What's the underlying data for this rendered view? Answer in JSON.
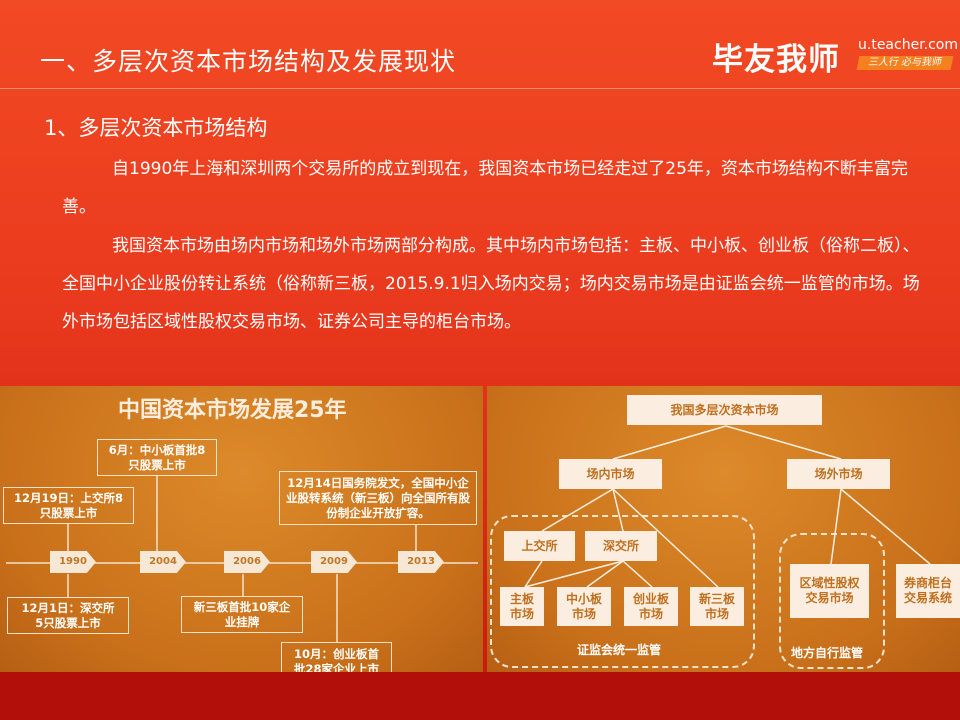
{
  "header": {
    "title": "一、多层次资本市场结构及发展现状",
    "logo": {
      "name": "毕友我师",
      "url": "u.teacher.com",
      "slogan": "三人行 必与我师"
    }
  },
  "section": {
    "title": "1、多层次资本市场结构"
  },
  "paragraphs": [
    "自1990年上海和深圳两个交易所的成立到现在，我国资本市场已经走过了25年，资本市场结构不断丰富完善。",
    "我国资本市场由场内市场和场外市场两部分构成。其中场内市场包括：主板、中小板、创业板（俗称二板）、全国中小企业股份转让系统（俗称新三板，2015.9.1归入场内交易；场内交易市场是由证监会统一监管的市场。场外市场包括区域性股权交易市场、证券公司主导的柜台市场。"
  ],
  "timeline": {
    "title": "中国资本市场发展25年",
    "years": [
      "1990",
      "2004",
      "2006",
      "2009",
      "2013"
    ],
    "events": [
      "6月：中小板首批8只股票上市",
      "12月19日：上交所8只股票上市",
      "12月14日国务院发文，全国中小企业股转系统（新三板）向全国所有股份制企业开放扩容。",
      "12月1日：深交所5只股票上市",
      "新三板首批10家企业挂牌",
      "10月：创业板首批28家企业上市"
    ]
  },
  "structure": {
    "root": "我国多层次资本市场",
    "onexchange": "场内市场",
    "otc": "场外市场",
    "sse": "上交所",
    "szse": "深交所",
    "boards": [
      "主板市场",
      "中小板市场",
      "创业板市场",
      "新三板市场"
    ],
    "regional": "区域性股权交易市场",
    "broker": "券商柜台交易系统",
    "csrc_label": "证监会统一监管",
    "local_label": "地方自行监管"
  }
}
